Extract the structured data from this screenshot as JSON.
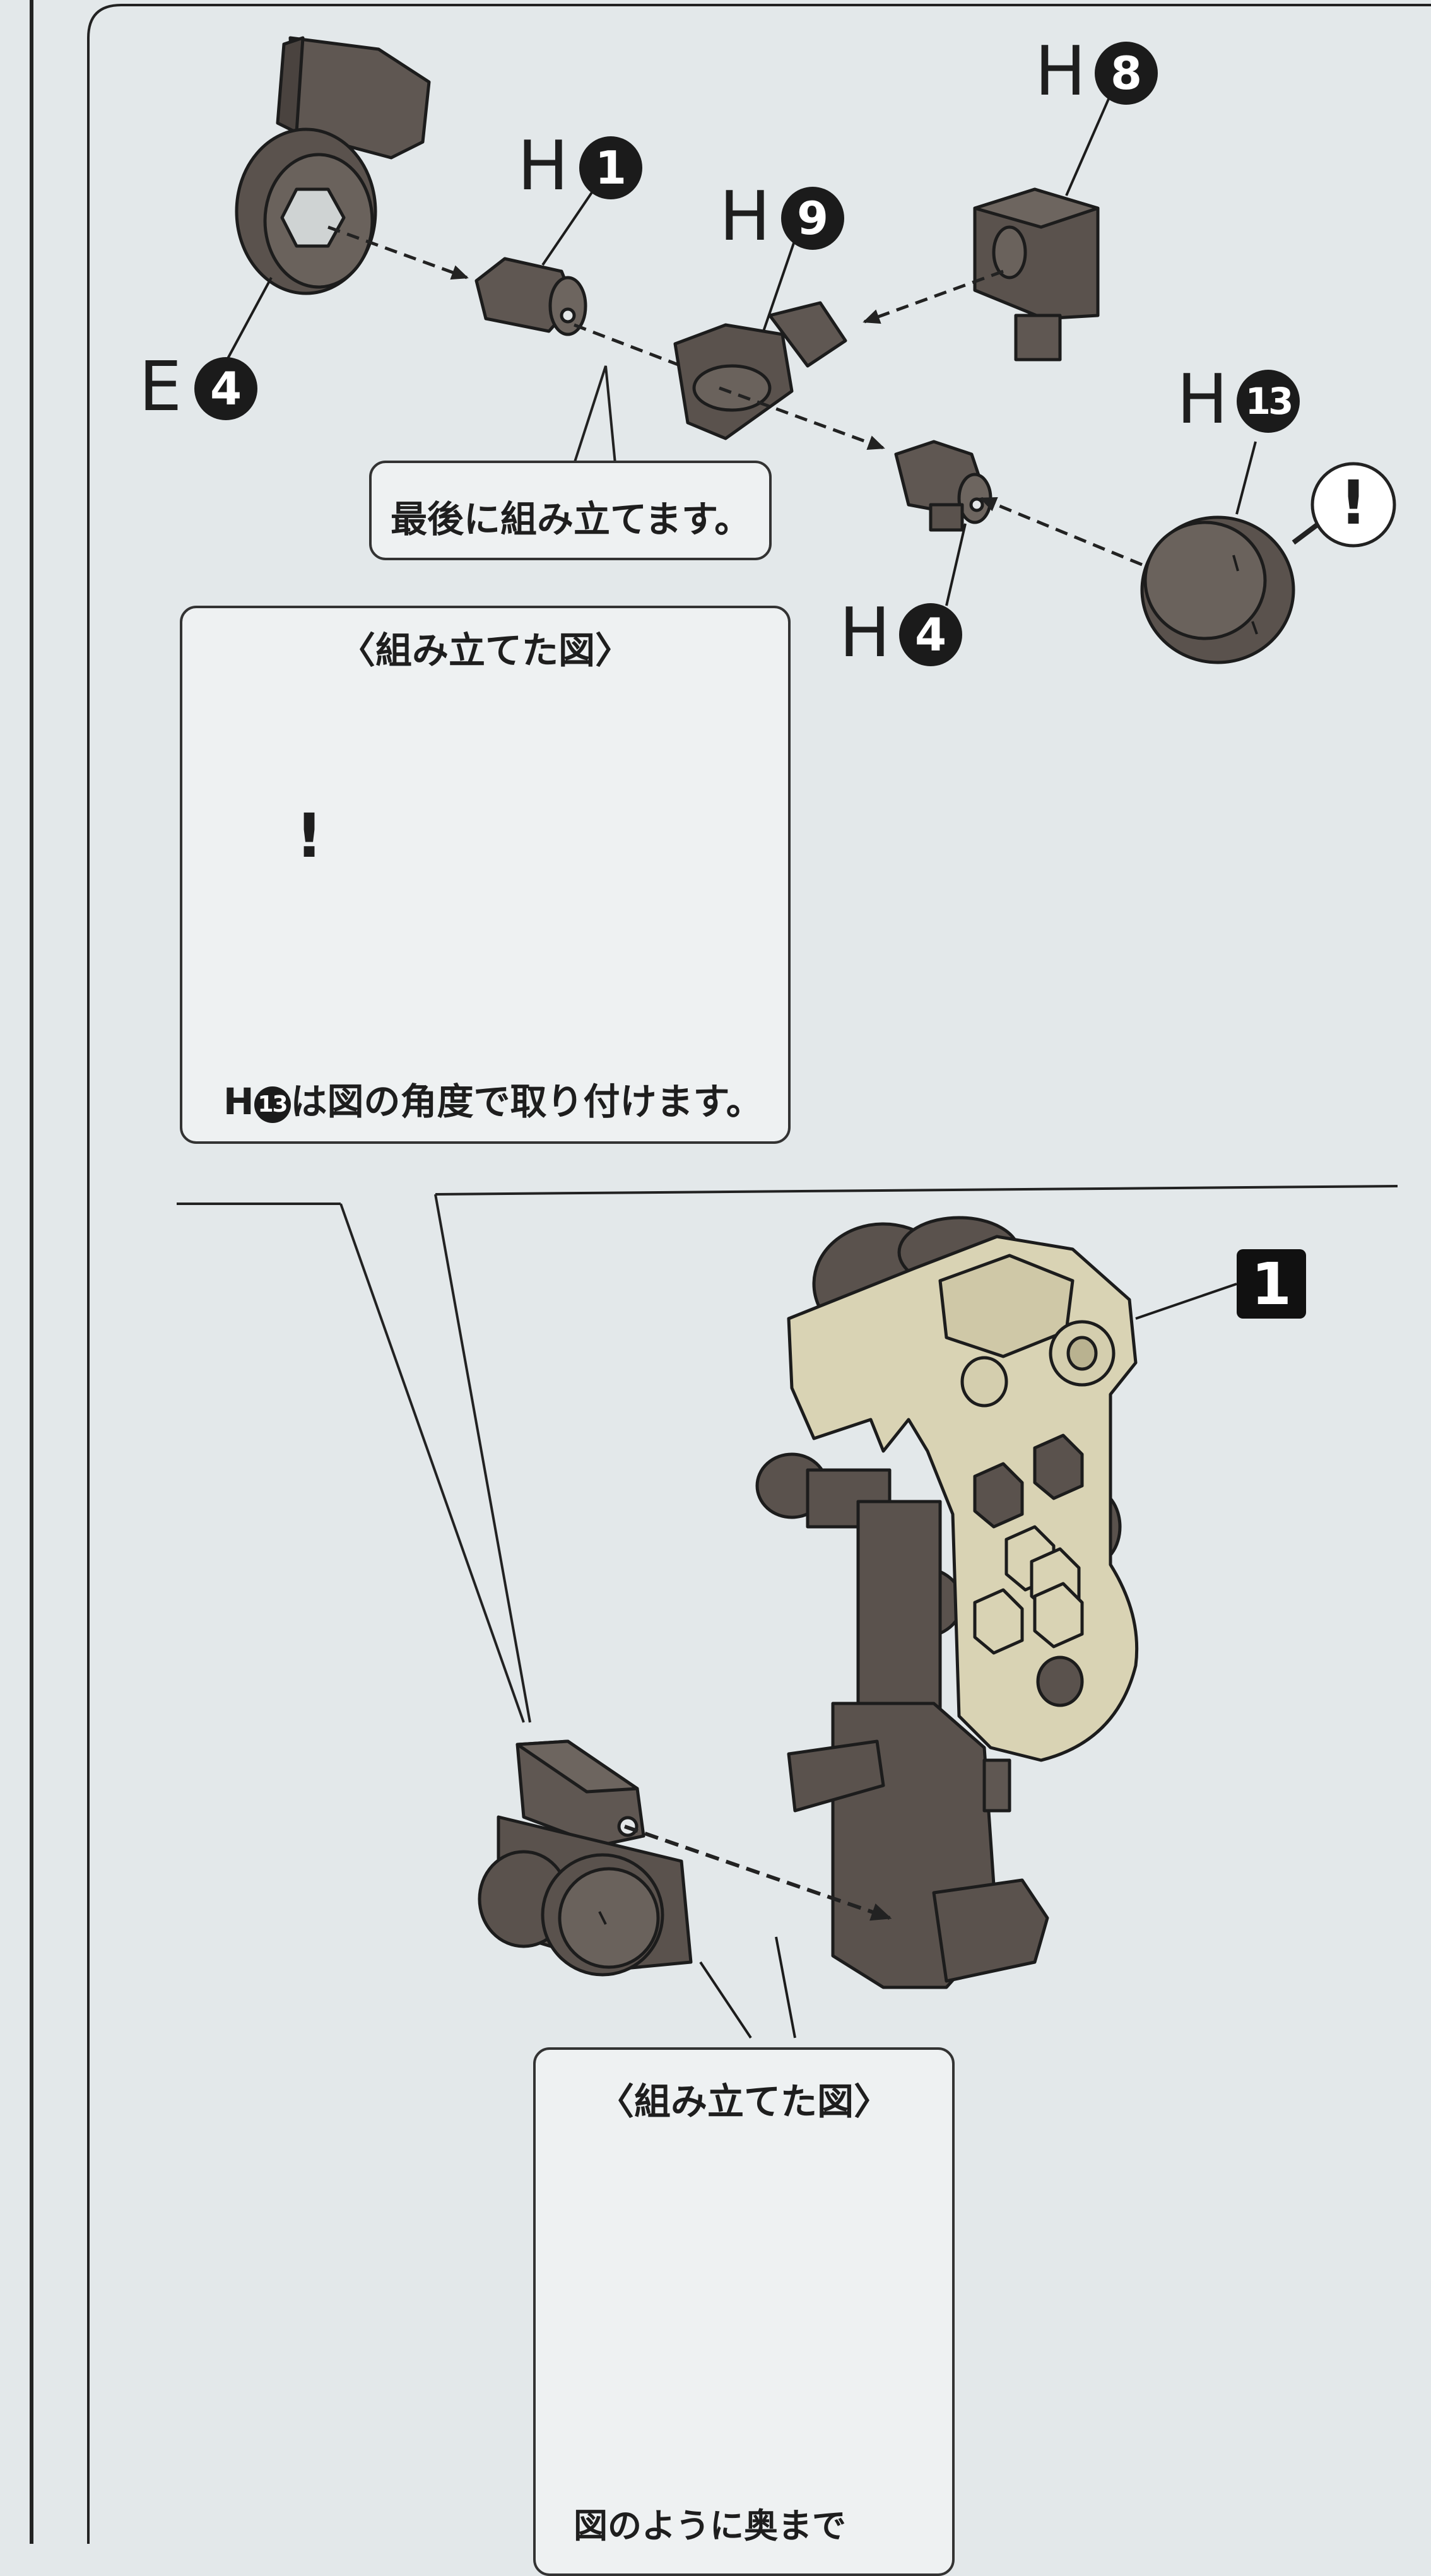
{
  "labels": {
    "e4": {
      "letter": "E",
      "number": "4"
    },
    "h1": {
      "letter": "H",
      "number": "1"
    },
    "h9": {
      "letter": "H",
      "number": "9"
    },
    "h8": {
      "letter": "H",
      "number": "8"
    },
    "h13": {
      "letter": "H",
      "number": "13"
    },
    "h4": {
      "letter": "H",
      "number": "4"
    }
  },
  "note_assemble_last": "最後に組み立てます。",
  "assembled_view_1": {
    "title": "〈組み立てた図〉",
    "caution_symbol": "!",
    "caption_prefix": "H",
    "caption_part_number": "13",
    "caption_rest": "は図の角度で取り付けます。"
  },
  "caution_symbol": "!",
  "step_badge": "1",
  "assembled_view_2": {
    "title": "〈組み立てた図〉",
    "caption": "図のように奥まで"
  },
  "colors": {
    "background": "#e3e8ea",
    "part_dark": "#5a524d",
    "part_light": "#d9d3b4",
    "ink": "#1b1b1b"
  },
  "icons": [
    "caution-exclamation-icon",
    "dashed-arrow-icon"
  ]
}
